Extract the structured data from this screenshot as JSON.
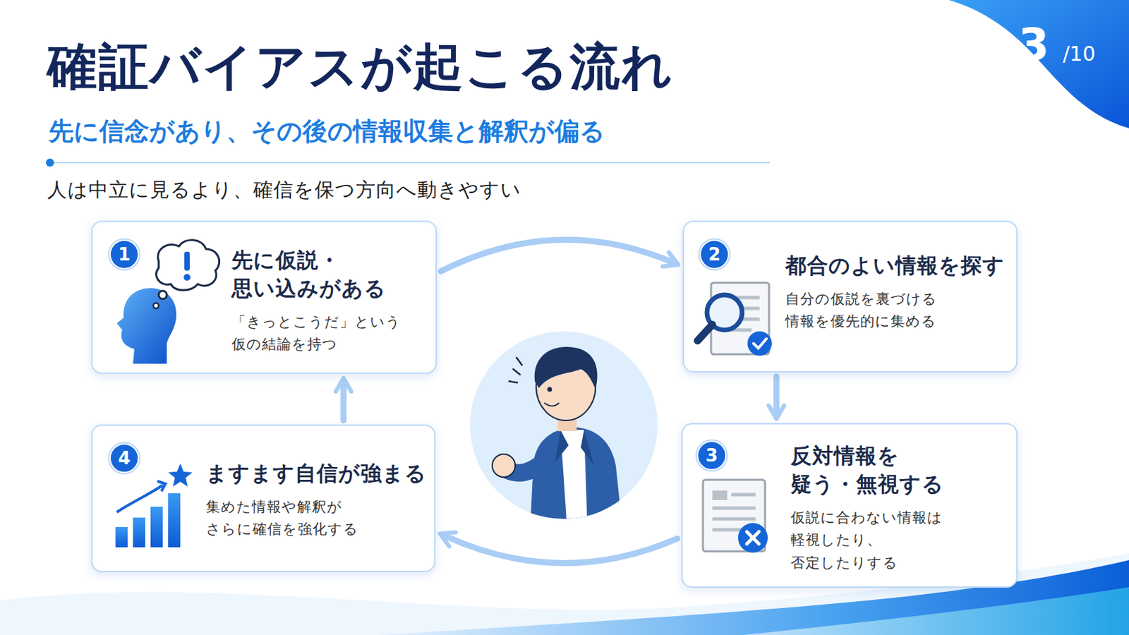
{
  "diagram": {
    "title": "確証バイアスが起こる流れ",
    "caption": "先に信念があり、その後の情報収集と解釈が偏る",
    "nodes": [
      {
        "text": [
          "先に仮説・ 思い込みがある",
          "「きっとこうだ」という 仮の結論を持つ"
        ]
      },
      {
        "text": [
          "都合のよい情報を探す",
          "自分の仮説を裏づける 情報を優先的に集める"
        ]
      },
      {
        "text": [
          "反対情報を 疑う・無視する",
          "仮説に合わない情報は 軽視したり、否定したりする"
        ]
      },
      {
        "text": [
          "ますます自信が強まる",
          "集めた情報や解釈が さらに確信を強化する"
        ]
      }
    ],
    "edges": [
      {
        "from": 0,
        "to": 1,
        "arrow": "to"
      },
      {
        "from": 1,
        "to": 2,
        "arrow": "to"
      },
      {
        "from": 2,
        "to": 3,
        "arrow": "to"
      },
      {
        "from": 3,
        "to": 0,
        "arrow": "to"
      }
    ],
    "labels": [
      "3",
      "/10",
      "人は中立に見るより、確信を保つ方向へ動きやすい",
      "1",
      "2",
      "3",
      "4"
    ]
  }
}
